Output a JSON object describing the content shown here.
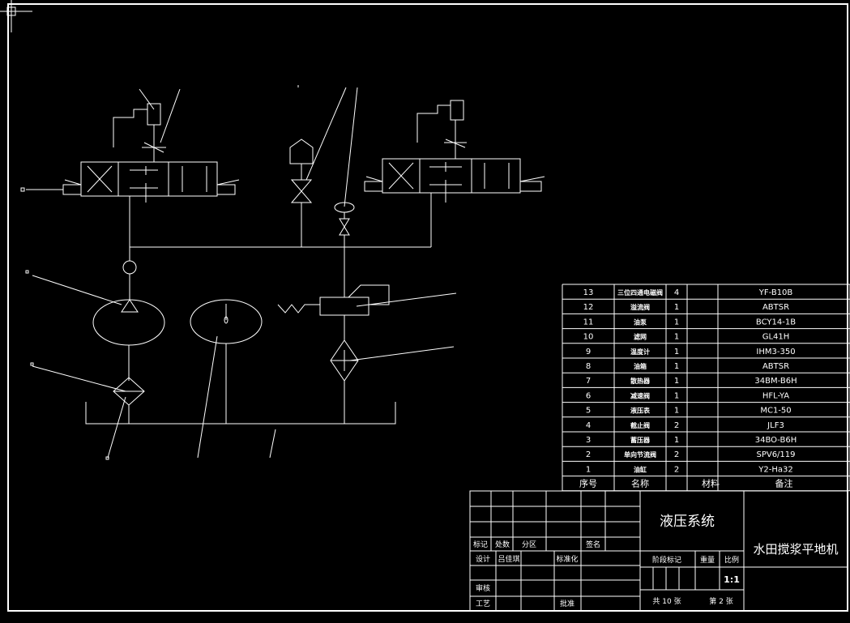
{
  "parts_table": {
    "rows": [
      {
        "no": "13",
        "name": "三位四通电磁阀",
        "qty": "4",
        "remark": "YF-B10B"
      },
      {
        "no": "12",
        "name": "溢流阀",
        "qty": "1",
        "remark": "ABTSR"
      },
      {
        "no": "11",
        "name": "油泵",
        "qty": "1",
        "remark": "BCY14-1B"
      },
      {
        "no": "10",
        "name": "滤网",
        "qty": "1",
        "remark": "GL41H"
      },
      {
        "no": "9",
        "name": "温度计",
        "qty": "1",
        "remark": "IHM3-350"
      },
      {
        "no": "8",
        "name": "油箱",
        "qty": "1",
        "remark": "ABTSR"
      },
      {
        "no": "7",
        "name": "散热器",
        "qty": "1",
        "remark": "34BM-B6H"
      },
      {
        "no": "6",
        "name": "减速阀",
        "qty": "1",
        "remark": "HFL-YA"
      },
      {
        "no": "5",
        "name": "液压表",
        "qty": "1",
        "remark": "MC1-50"
      },
      {
        "no": "4",
        "name": "截止阀",
        "qty": "2",
        "remark": "JLF3"
      },
      {
        "no": "3",
        "name": "蓄压器",
        "qty": "1",
        "remark": "34BO-B6H"
      },
      {
        "no": "2",
        "name": "单向节流阀",
        "qty": "2",
        "remark": "SPV6/119"
      },
      {
        "no": "1",
        "name": "油缸",
        "qty": "2",
        "remark": "Y2-Ha32"
      }
    ],
    "header": {
      "no": "序号",
      "name": "名称",
      "qty": "",
      "material": "材料",
      "remark": "备注"
    }
  },
  "title_block": {
    "drawing_title": "液压系统",
    "machine_name": "水田搅浆平地机",
    "mark_label": "标记",
    "count_label": "处数",
    "zone_label": "分区",
    "sign_label": "签名",
    "design_label": "设计",
    "designer": "吕佳琪",
    "standard_label": "标准化",
    "stage_label": "阶段标记",
    "weight_label": "重量",
    "scale_label": "比例",
    "scale_value": "1:1",
    "review_label": "审核",
    "process_label": "工艺",
    "approve_label": "批准",
    "sheets_total": "共 10 张",
    "sheet_no": "第 2 张"
  },
  "colors": {
    "background": "#000000",
    "lines": "#ffffff"
  }
}
